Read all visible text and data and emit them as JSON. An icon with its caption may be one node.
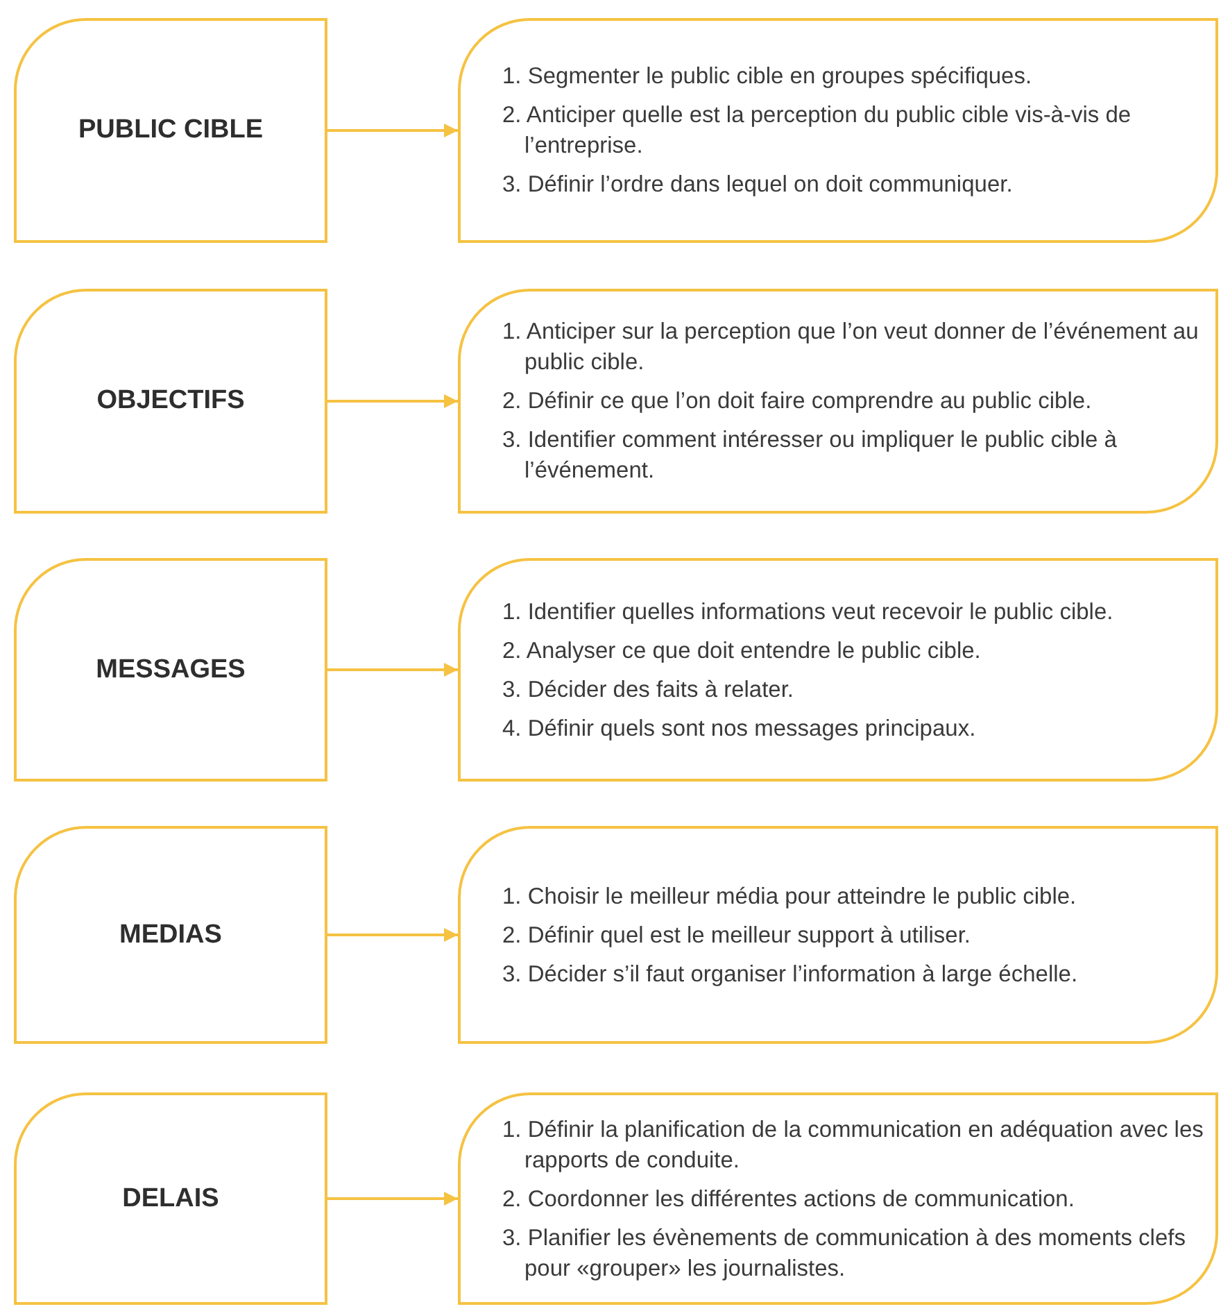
{
  "diagram": {
    "nodes": [
      {
        "text": [
          "PUBLIC CIBLE"
        ]
      },
      {
        "text": [
          "1. Segmenter le public cible en groupes spécifiques.",
          "2. Anticiper quelle est la perception du public cible vis-à-vis de l’entreprise.",
          "3. Définir l’ordre dans lequel on doit communiquer."
        ]
      },
      {
        "text": [
          "OBJECTIFS"
        ]
      },
      {
        "text": [
          "1. Anticiper sur la perception que l’on veut donner de l’événement au public cible.",
          "2. Définir ce que l’on doit faire comprendre au public cible.",
          "3. Identifier comment intéresser ou impliquer le public cible à l’événement."
        ]
      },
      {
        "text": [
          "MESSAGES"
        ]
      },
      {
        "text": [
          "1. Identifier quelles informations veut recevoir le public cible.",
          "2. Analyser ce que doit entendre le public cible.",
          "3. Décider des faits à relater.",
          "4. Définir quels sont nos messages principaux."
        ]
      },
      {
        "text": [
          "MEDIAS"
        ]
      },
      {
        "text": [
          "1. Choisir le meilleur média pour atteindre le public cible.",
          "2. Définir quel est le meilleur support à utiliser.",
          "3. Décider s’il faut organiser l’information à large échelle."
        ]
      },
      {
        "text": [
          "DELAIS"
        ]
      },
      {
        "text": [
          "1. Définir la planification de la communication en adéquation avec les rapports de conduite.",
          "2. Coordonner les différentes actions de communication.",
          "3. Planifier les évènements de communication à des moments clefs pour «grouper» les journalistes."
        ]
      }
    ],
    "edges": [
      {
        "from": 0,
        "to": 1,
        "arrow": "to"
      },
      {
        "from": 2,
        "to": 3,
        "arrow": "to"
      },
      {
        "from": 4,
        "to": 5,
        "arrow": "to"
      },
      {
        "from": 6,
        "to": 7,
        "arrow": "to"
      },
      {
        "from": 8,
        "to": 9,
        "arrow": "to"
      }
    ]
  }
}
